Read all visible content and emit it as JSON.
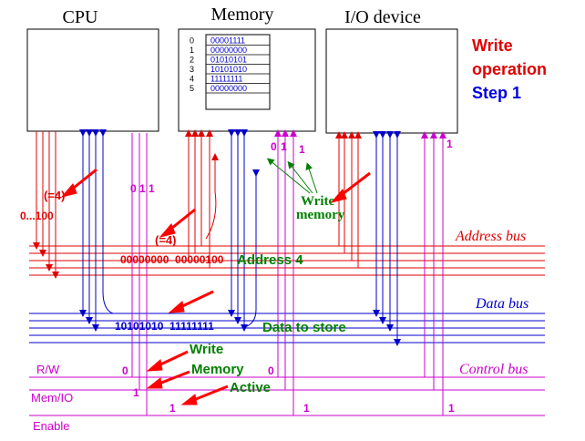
{
  "units": {
    "cpu": "CPU",
    "memory": "Memory",
    "io": "I/O device"
  },
  "title": {
    "line1": "Write",
    "line2": "operation",
    "line3": "Step 1"
  },
  "memory_cells": [
    {
      "address": "0",
      "value": "00001111"
    },
    {
      "address": "1",
      "value": "00000000"
    },
    {
      "address": "2",
      "value": "01010101"
    },
    {
      "address": "3",
      "value": "10101010"
    },
    {
      "address": "4",
      "value": "11111111"
    },
    {
      "address": "5",
      "value": "00000000"
    }
  ],
  "buses": {
    "address": "Address bus",
    "data": "Data bus",
    "control": "Control bus"
  },
  "control_lines": {
    "rw": "R/W",
    "memio": "Mem/IO",
    "enable": "Enable"
  },
  "values": {
    "address_bits": "00000000  00000100",
    "data_bits": "10101010  11111111",
    "cpu_address": "0...100",
    "eq4_a": "(=4)",
    "eq4_b": "(=4)",
    "cpu_control": "0 1 1",
    "mem_control_0": "0",
    "mem_control_1": "1",
    "mem_control_2": "1",
    "io_control": "1",
    "rw_value": "0",
    "memio_value": "1",
    "enable_value": "1",
    "mem_enable_value": "1",
    "io_enable_value": "1",
    "mem_rw_value": "0"
  },
  "annotations": {
    "write_memory_line1": "Write",
    "write_memory_line2": "memory",
    "address4": "Address 4",
    "data_to_store": "Data to store",
    "write": "Write",
    "memory": "Memory",
    "active": "Active"
  },
  "colors": {
    "address_bus": "#e00000",
    "data_bus": "#0000cc",
    "control_bus": "#cc00cc",
    "annotation": "#008000",
    "arrow": "#ff0000",
    "title_red": "#e00000",
    "title_blue": "#0000e0"
  }
}
